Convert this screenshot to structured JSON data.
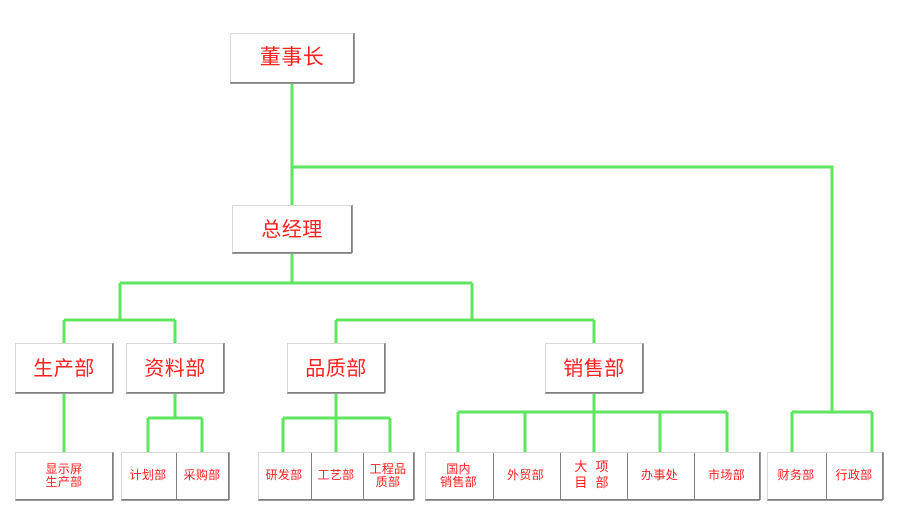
{
  "chart_data": {
    "type": "diagram",
    "title": "",
    "diagram_kind": "organization-chart",
    "orientation": "top-down",
    "colors": {
      "connector": "#5FE65F",
      "box_border": "#808080",
      "box_fill": "#FFFFFF",
      "text": "#FF2020",
      "background": "#FFFFFF"
    },
    "levels": [
      {
        "level": 1,
        "nodes": [
          "董事长"
        ]
      },
      {
        "level": 2,
        "nodes": [
          "总经理"
        ]
      },
      {
        "level": 3,
        "nodes": [
          "生产部",
          "资料部",
          "品质部",
          "销售部"
        ]
      },
      {
        "level": 4,
        "nodes": [
          "显示屏生产部",
          "计划部",
          "采购部",
          "研发部",
          "工艺部",
          "工程品质部",
          "国内销售部",
          "外贸部",
          "大项目部",
          "办事处",
          "市场部",
          "财务部",
          "行政部"
        ]
      }
    ],
    "edges": [
      {
        "from": "董事长",
        "to": "总经理"
      },
      {
        "from": "董事长",
        "to": "财务部"
      },
      {
        "from": "董事长",
        "to": "行政部"
      },
      {
        "from": "总经理",
        "to": "生产部"
      },
      {
        "from": "总经理",
        "to": "资料部"
      },
      {
        "from": "总经理",
        "to": "品质部"
      },
      {
        "from": "总经理",
        "to": "销售部"
      },
      {
        "from": "生产部",
        "to": "显示屏生产部"
      },
      {
        "from": "资料部",
        "to": "计划部"
      },
      {
        "from": "资料部",
        "to": "采购部"
      },
      {
        "from": "品质部",
        "to": "研发部"
      },
      {
        "from": "品质部",
        "to": "工艺部"
      },
      {
        "from": "品质部",
        "to": "工程品质部"
      },
      {
        "from": "销售部",
        "to": "国内销售部"
      },
      {
        "from": "销售部",
        "to": "外贸部"
      },
      {
        "from": "销售部",
        "to": "大项目部"
      },
      {
        "from": "销售部",
        "to": "办事处"
      },
      {
        "from": "销售部",
        "to": "市场部"
      }
    ]
  },
  "nodes": {
    "chairman": {
      "label": "董事长"
    },
    "general_manager": {
      "label": "总经理"
    },
    "production": {
      "label": "生产部"
    },
    "documentation": {
      "label": "资料部"
    },
    "quality": {
      "label": "品质部"
    },
    "sales": {
      "label": "销售部"
    },
    "display_production": {
      "label": "显示屏\n生产部"
    },
    "planning": {
      "label": "计划部"
    },
    "purchasing": {
      "label": "采购部"
    },
    "rnd": {
      "label": "研发部"
    },
    "process": {
      "label": "工艺部"
    },
    "engineering_quality": {
      "label": "工程品\n质部"
    },
    "domestic_sales": {
      "label": "国内\n销售部"
    },
    "foreign_trade": {
      "label": "外贸部"
    },
    "major_projects": {
      "label": "大 项\n目 部"
    },
    "office": {
      "label": "办事处"
    },
    "marketing": {
      "label": "市场部"
    },
    "finance": {
      "label": "财务部"
    },
    "administration": {
      "label": "行政部"
    }
  }
}
